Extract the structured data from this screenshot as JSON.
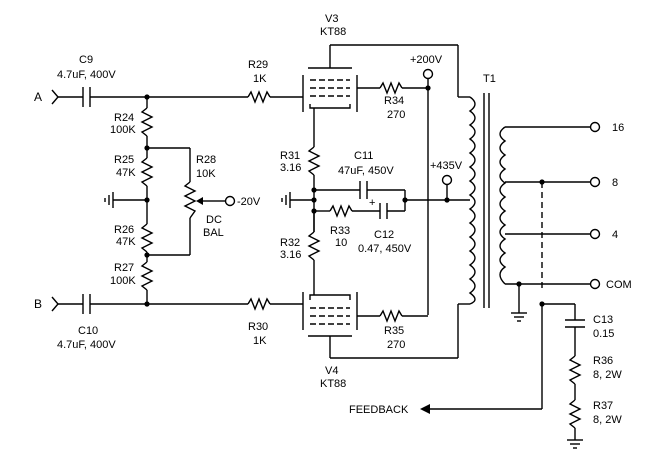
{
  "inputs": {
    "a": "A",
    "b": "B"
  },
  "components": {
    "c9": {
      "ref": "C9",
      "value": "4.7uF, 400V"
    },
    "c10": {
      "ref": "C10",
      "value": "4.7uF, 400V"
    },
    "r24": {
      "ref": "R24",
      "value": "100K"
    },
    "r25": {
      "ref": "R25",
      "value": "47K"
    },
    "r26": {
      "ref": "R26",
      "value": "47K"
    },
    "r27": {
      "ref": "R27",
      "value": "100K"
    },
    "r28": {
      "ref": "R28",
      "value": "10K",
      "note": "DC",
      "note2": "BAL"
    },
    "bias": "-20V",
    "r29": {
      "ref": "R29",
      "value": "1K"
    },
    "r30": {
      "ref": "R30",
      "value": "1K"
    },
    "v3": {
      "ref": "V3",
      "value": "KT88"
    },
    "v4": {
      "ref": "V4",
      "value": "KT88"
    },
    "r34": {
      "ref": "R34",
      "value": "270"
    },
    "r35": {
      "ref": "R35",
      "value": "270"
    },
    "r31": {
      "ref": "R31",
      "value": "3.16"
    },
    "r32": {
      "ref": "R32",
      "value": "3.16"
    },
    "c11": {
      "ref": "C11",
      "value": "47uF, 450V",
      "polarity": "+"
    },
    "r33": {
      "ref": "R33",
      "value": "10"
    },
    "c12": {
      "ref": "C12",
      "value": "0.47, 450V"
    },
    "b_plus_screen": "+200V",
    "b_plus_plate": "+435V",
    "t1": {
      "ref": "T1"
    },
    "taps": [
      "16",
      "8",
      "4",
      "COM"
    ],
    "c13": {
      "ref": "C13",
      "value": "0.15"
    },
    "r36": {
      "ref": "R36",
      "value": "8, 2W"
    },
    "r37": {
      "ref": "R37",
      "value": "8, 2W"
    },
    "feedback": "FEEDBACK"
  }
}
